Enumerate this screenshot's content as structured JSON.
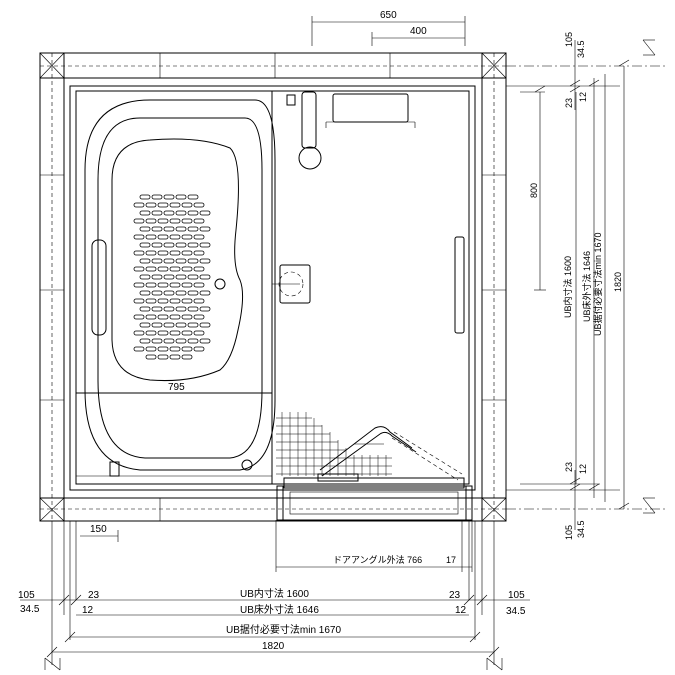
{
  "dimensions": {
    "top_650": "650",
    "top_400": "400",
    "right_105_top": "105",
    "right_34_5_top": "34.5",
    "right_23_top": "23",
    "right_12_top": "12",
    "right_800": "800",
    "right_ub_inner": "UB内寸法 1600",
    "right_ub_outer": "UB床外寸法 1646",
    "right_ub_min": "UB据付必要寸法min 1670",
    "right_1820": "1820",
    "right_23_bottom": "23",
    "right_12_bottom": "12",
    "right_105_bottom": "105",
    "right_34_5_bottom": "34.5",
    "tub_width": "795",
    "bottom_150": "150",
    "door_frame": "ドアアングル外法 766",
    "door_17": "17",
    "bottom_105_left": "105",
    "bottom_34_5_left": "34.5",
    "bottom_23_left": "23",
    "bottom_12_left": "12",
    "bottom_ub_inner": "UB内寸法 1600",
    "bottom_23_right": "23",
    "bottom_105_right": "105",
    "bottom_ub_outer": "UB床外寸法 1646",
    "bottom_12_right": "12",
    "bottom_34_5_right": "34.5",
    "bottom_ub_min": "UB据付必要寸法min 1670",
    "bottom_1820": "1820"
  },
  "colors": {
    "line": "#000000",
    "background": "#ffffff"
  }
}
